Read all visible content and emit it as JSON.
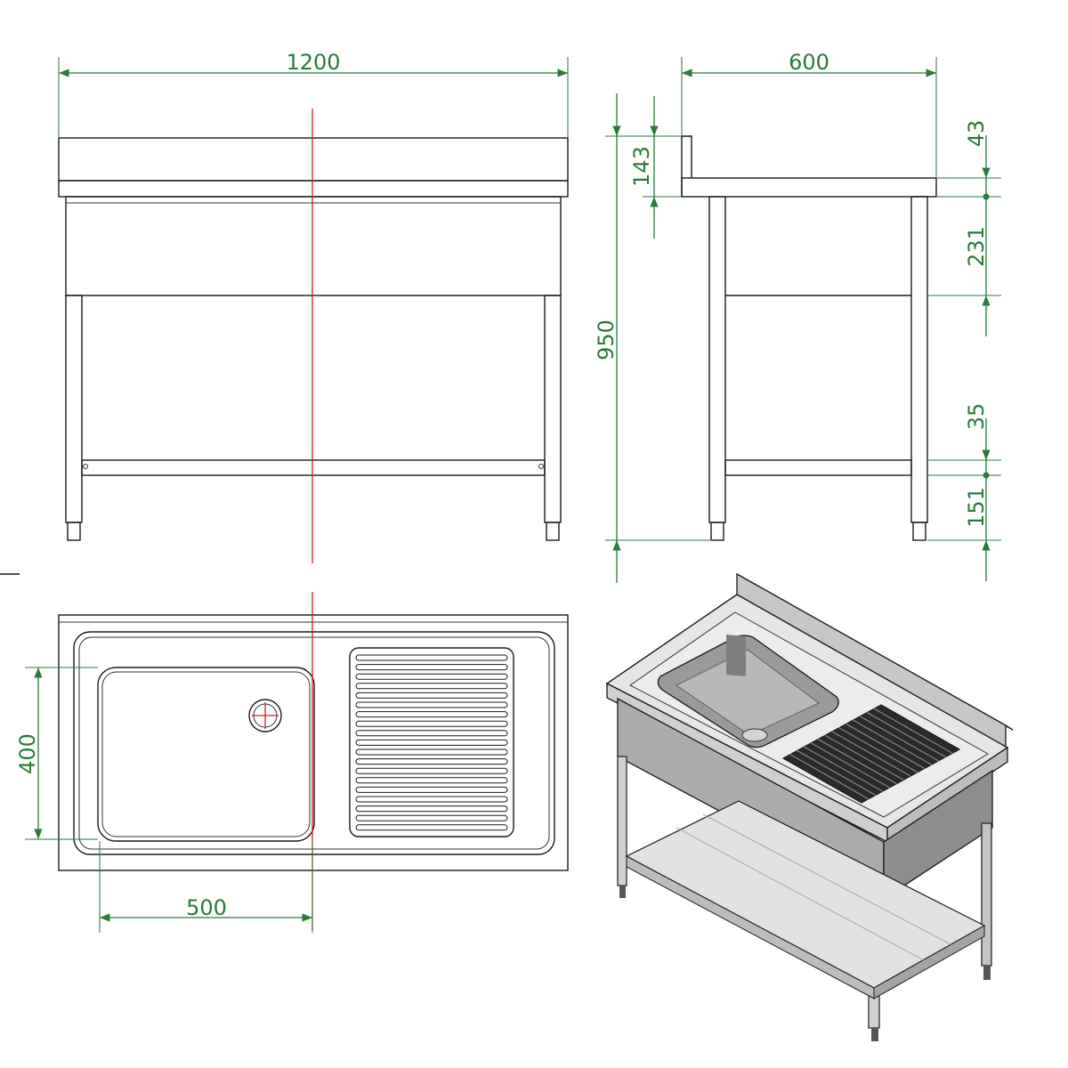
{
  "dimensions": {
    "width": "1200",
    "depth": "600",
    "height": "950",
    "backsplash": "143",
    "top_thickness": "43",
    "bowl_depth": "231",
    "shelf_thickness": "35",
    "shelf_height": "151",
    "bowl_width_plan": "400",
    "bowl_length_plan": "500"
  },
  "colors": {
    "dimension": "#2a7a3a",
    "outline": "#1a1a1a",
    "centerline": "#d02020"
  }
}
